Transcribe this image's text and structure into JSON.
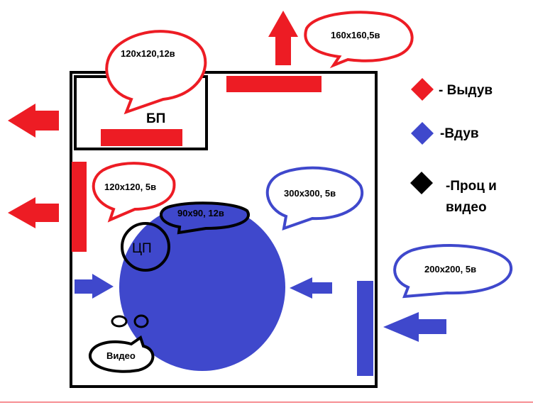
{
  "colors": {
    "exhaust": "#ed1c24",
    "intake": "#3f48cc",
    "cpu_gpu": "#000000"
  },
  "labels": {
    "psu": "БП",
    "cpu": "ЦП",
    "gpu": "Видео",
    "top_fan": "160x160,5в",
    "psu_fan": "120x120,12в",
    "rear_fan": "120x120, 5в",
    "cpu_fan": "90x90, 12в",
    "side_fan": "300x300, 5в",
    "front_fan": "200x200, 5в"
  },
  "legend": [
    {
      "label": "- Выдув",
      "color": "#ed1c24"
    },
    {
      "label": "-Вдув",
      "color": "#3f48cc"
    },
    {
      "label": "-Проц и",
      "label2": "видео",
      "color": "#000000"
    }
  ]
}
